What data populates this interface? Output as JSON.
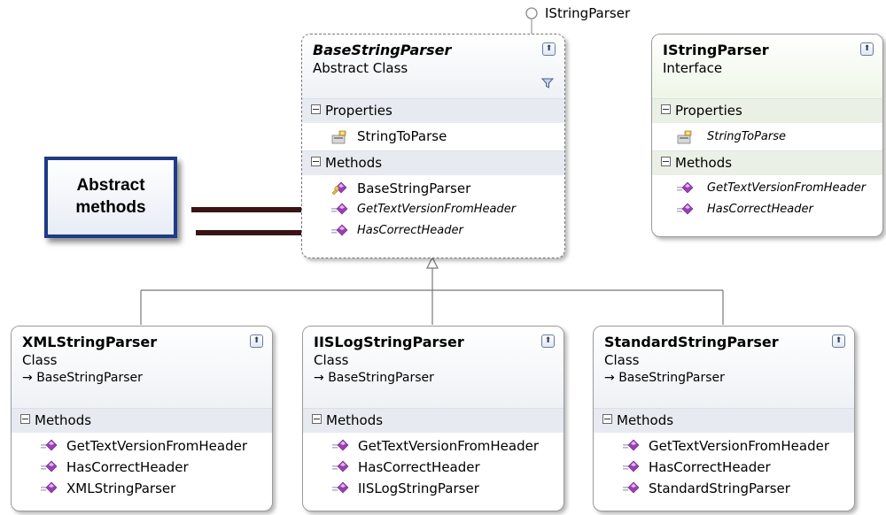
{
  "lollipop_label": "IStringParser",
  "callout": {
    "line1": "Abstract",
    "line2": "methods"
  },
  "boxes": {
    "base": {
      "name": "BaseStringParser",
      "kind": "Abstract Class",
      "properties_label": "Properties",
      "properties": [
        "StringToParse"
      ],
      "methods_label": "Methods",
      "methods": [
        "BaseStringParser",
        "GetTextVersionFromHeader",
        "HasCorrectHeader"
      ]
    },
    "iface": {
      "name": "IStringParser",
      "kind": "Interface",
      "properties_label": "Properties",
      "properties": [
        "StringToParse"
      ],
      "methods_label": "Methods",
      "methods": [
        "GetTextVersionFromHeader",
        "HasCorrectHeader"
      ]
    },
    "xml": {
      "name": "XMLStringParser",
      "kind": "Class",
      "base": "BaseStringParser",
      "methods_label": "Methods",
      "methods": [
        "GetTextVersionFromHeader",
        "HasCorrectHeader",
        "XMLStringParser"
      ]
    },
    "iis": {
      "name": "IISLogStringParser",
      "kind": "Class",
      "base": "BaseStringParser",
      "methods_label": "Methods",
      "methods": [
        "GetTextVersionFromHeader",
        "HasCorrectHeader",
        "IISLogStringParser"
      ]
    },
    "std": {
      "name": "StandardStringParser",
      "kind": "Class",
      "base": "BaseStringParser",
      "methods_label": "Methods",
      "methods": [
        "GetTextVersionFromHeader",
        "HasCorrectHeader",
        "StandardStringParser"
      ]
    }
  },
  "colors": {
    "border": "#9a9a9a",
    "section_bg": "#e7ebf1",
    "method_icon": "#9b3fb5",
    "callout_border": "#1f3b86",
    "arrow": "#3a1414"
  },
  "icons": {
    "property": "property-icon",
    "method": "method-icon",
    "constructor": "constructor-icon",
    "collapse": "collapse-icon",
    "filter": "filter-icon"
  }
}
